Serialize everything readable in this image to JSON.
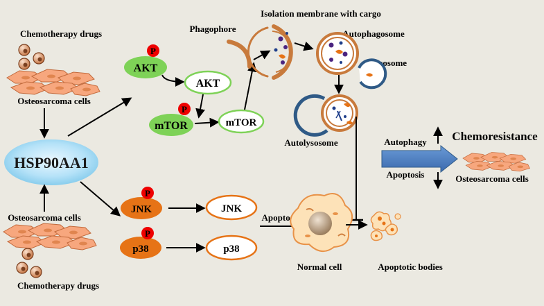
{
  "labels": {
    "chemo_top": "Chemotherapy drugs",
    "osteo_top": "Osteosarcoma cells",
    "hsp": "HSP90AA1",
    "osteo_bottom": "Osteosarcoma cells",
    "chemo_bottom": "Chemotherapy drugs",
    "phospho": "P",
    "akt_p": "AKT",
    "akt": "AKT",
    "mtor_p": "mTOR",
    "mtor": "mTOR",
    "jnk_p": "JNK",
    "jnk": "JNK",
    "p38_p": "p38",
    "p38": "p38",
    "phagophore": "Phagophore",
    "isolation": "Isolation membrane with cargo",
    "autophagosome": "Autophagosome",
    "lysosome": "Lysosome",
    "autolysosome": "Autolysosome",
    "apoptosis_mid": "Apoptosis",
    "normal_cell": "Normal cell",
    "apoptotic_bodies": "Apoptotic bodies",
    "autophagy": "Autophagy",
    "apoptosis_right": "Apoptosis",
    "chemoresistance": "Chemoresistance",
    "osteo_right": "Osteosarcoma cells"
  },
  "colors": {
    "background": "#ebe9e1",
    "akt_green": "#7ed257",
    "jnk_orange": "#e67316",
    "phospho_red": "#ee0000",
    "membrane_brown": "#c87a3c",
    "lysosome_blue": "#2f5a86",
    "hsp_blue": "#7ec8ea",
    "arrow_blue": "#4a7bbe",
    "cell_orange": "#f7a77e"
  }
}
